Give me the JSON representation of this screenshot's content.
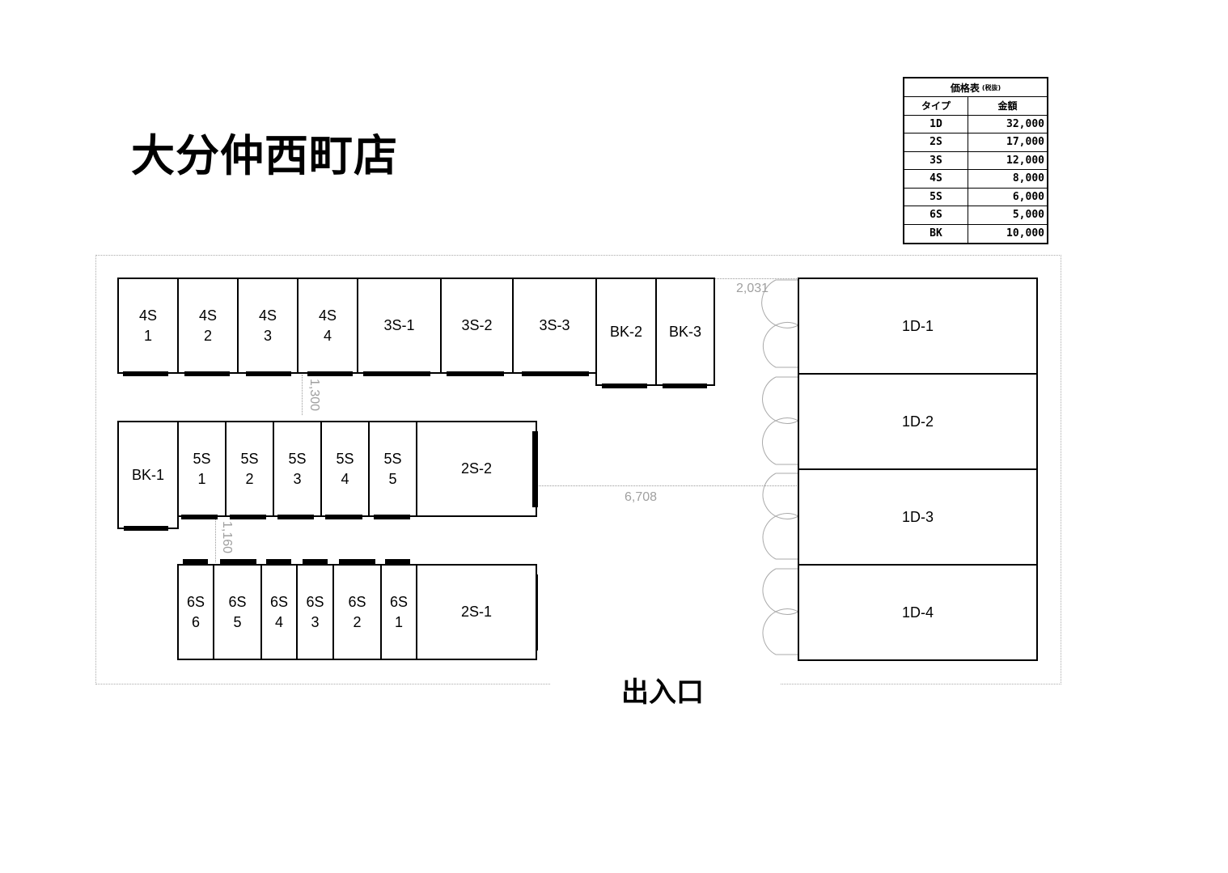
{
  "title": "大分仲西町店",
  "entrance_label": "出入口",
  "price_table": {
    "caption": "価格表",
    "caption_note": "(税抜)",
    "headers": [
      "タイプ",
      "金額"
    ],
    "rows": [
      {
        "type": "1D",
        "price": "32,000"
      },
      {
        "type": "2S",
        "price": "17,000"
      },
      {
        "type": "3S",
        "price": "12,000"
      },
      {
        "type": "4S",
        "price": "8,000"
      },
      {
        "type": "5S",
        "price": "6,000"
      },
      {
        "type": "6S",
        "price": "5,000"
      },
      {
        "type": "BK",
        "price": "10,000"
      }
    ]
  },
  "units": {
    "u4s1": "4S\n1",
    "u4s2": "4S\n2",
    "u4s3": "4S\n3",
    "u4s4": "4S\n4",
    "u3s1": "3S-1",
    "u3s2": "3S-2",
    "u3s3": "3S-3",
    "ubk2": "BK-2",
    "ubk3": "BK-3",
    "ubk1": "BK-1",
    "u5s1": "5S\n1",
    "u5s2": "5S\n2",
    "u5s3": "5S\n3",
    "u5s4": "5S\n4",
    "u5s5": "5S\n5",
    "u2s2": "2S-2",
    "u2s1": "2S-1",
    "u6s6": "6S\n6",
    "u6s5": "6S\n5",
    "u6s4": "6S\n4",
    "u6s3": "6S\n3",
    "u6s2": "6S\n2",
    "u6s1": "6S\n1",
    "u1d1": "1D-1",
    "u1d2": "1D-2",
    "u1d3": "1D-3",
    "u1d4": "1D-4"
  },
  "dimensions": {
    "top_gap": "2,031",
    "aisle_1": "1,300",
    "aisle_2": "1,160",
    "center_width": "6,708"
  }
}
